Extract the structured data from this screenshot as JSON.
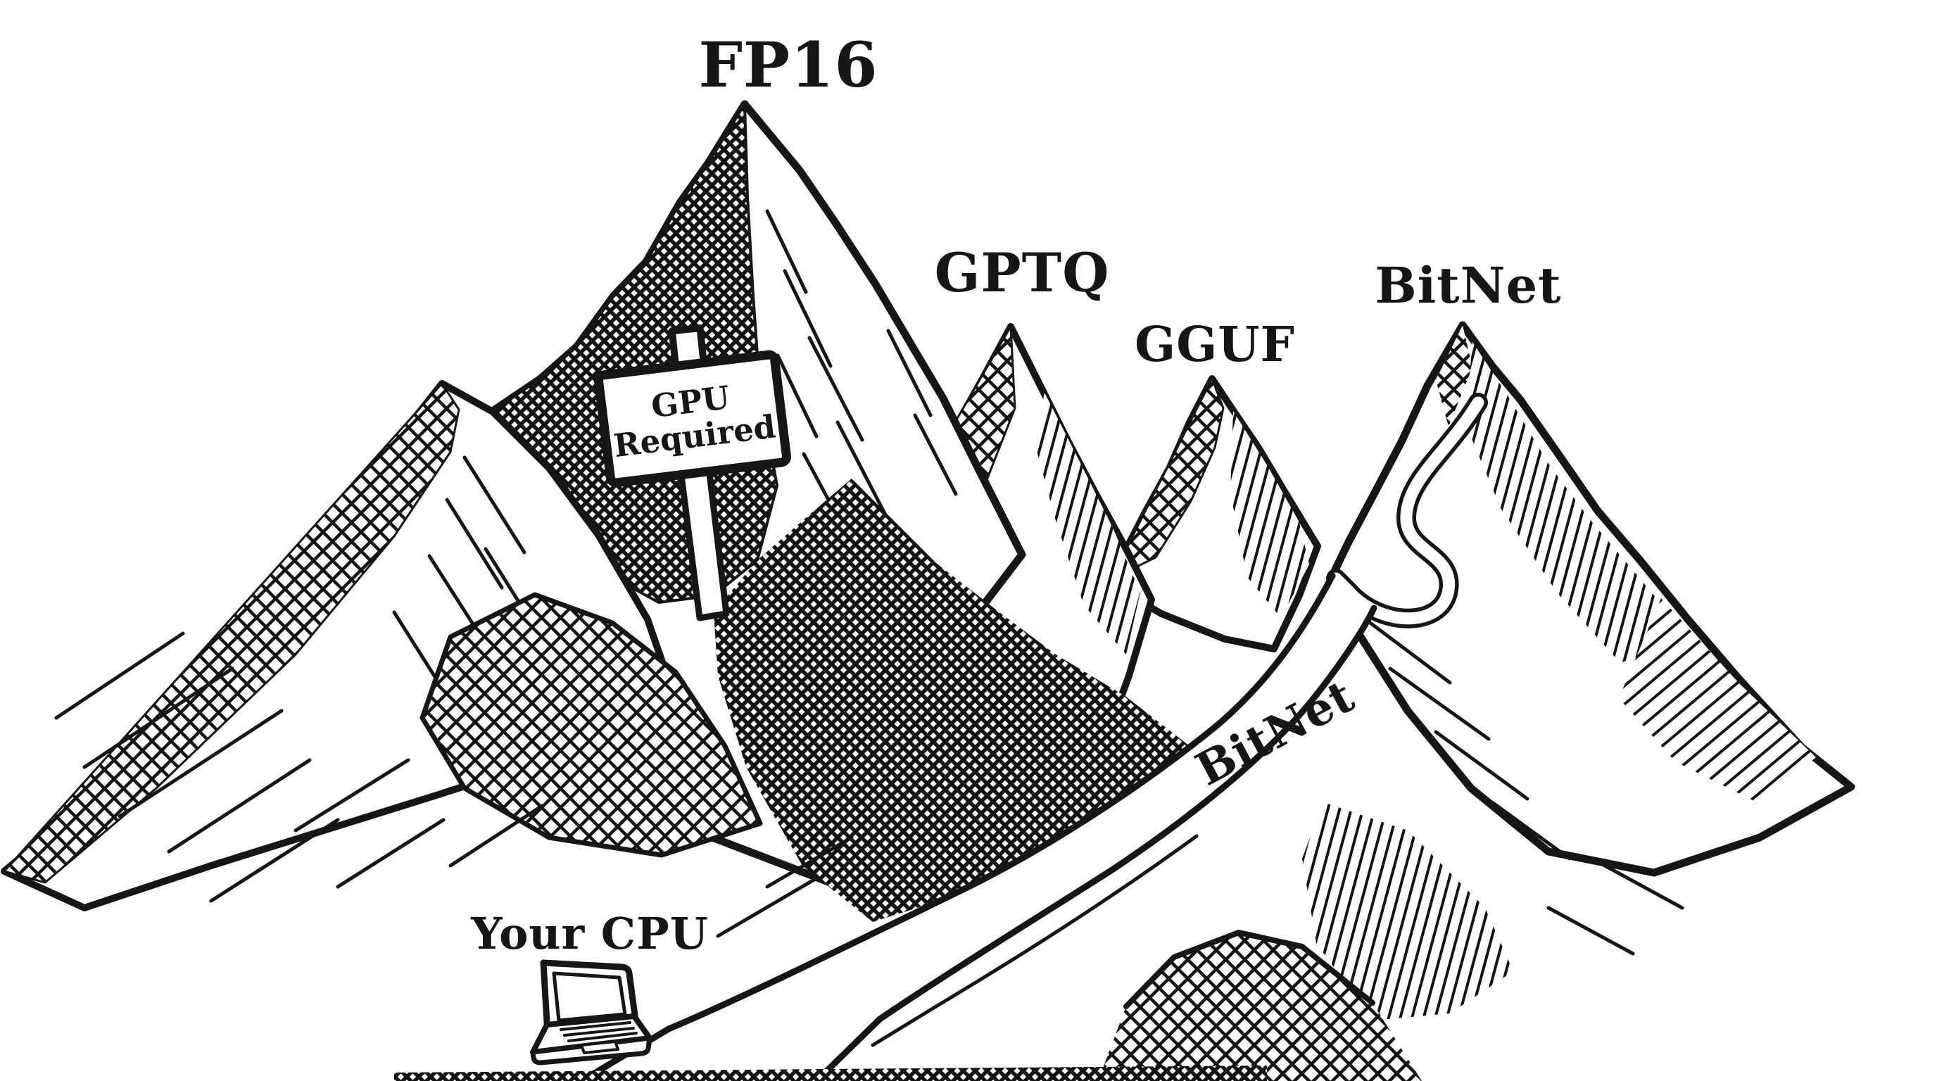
{
  "illustration": {
    "background_color": "#ffffff",
    "ink_color": "#161616",
    "peaks": [
      {
        "label": "FP16"
      },
      {
        "label": "GPTQ"
      },
      {
        "label": "GGUF"
      },
      {
        "label": "BitNet"
      }
    ],
    "sign": {
      "line1": "GPU",
      "line2": "Required"
    },
    "trail": {
      "label": "BitNet"
    },
    "cpu": {
      "label": "Your CPU"
    },
    "icons": [
      {
        "name": "laptop-icon"
      },
      {
        "name": "gpu-required-sign"
      }
    ]
  }
}
